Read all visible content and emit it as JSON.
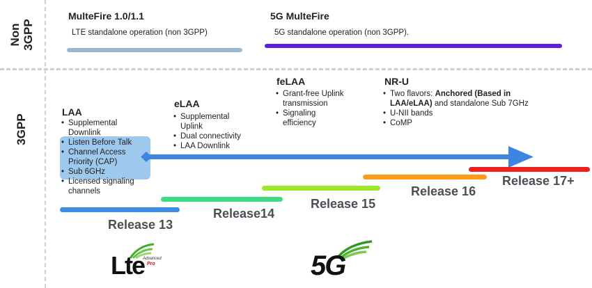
{
  "rows": {
    "non3gpp": "Non 3GPP",
    "gpp3": "3GPP"
  },
  "multefire": {
    "v1": {
      "title": "MulteFire 1.0/1.1",
      "sub": "LTE standalone operation (non 3GPP)"
    },
    "v5g": {
      "title": "5G MulteFire",
      "sub": "5G standalone operation (non 3GPP)."
    }
  },
  "laa": {
    "title": "LAA",
    "items": [
      "Supplemental Downlink",
      "Listen Before Talk",
      "Channel Access Priority (CAP)",
      "Sub 6GHz",
      "Licensed signaling channels"
    ]
  },
  "elaa": {
    "title": "eLAA",
    "items": [
      "Supplemental Uplink",
      "Dual connectivity",
      "LAA Downlink"
    ]
  },
  "felaa": {
    "title": "feLAA",
    "items": [
      "Grant-free Uplink transmission",
      "Signaling efficiency"
    ]
  },
  "nru": {
    "title": "NR-U",
    "item1_prefix": "Two flavors: ",
    "item1_bold": "Anchored (Based in LAA/eLAA)",
    "item1_suffix": " and standalone Sub 7GHz",
    "items": [
      "U-NII bands",
      "CoMP"
    ]
  },
  "releases": {
    "r13": "Release 13",
    "r14": "Release14",
    "r15": "Release 15",
    "r16": "Release 16",
    "r17": "Release 17+"
  },
  "logos": {
    "lte": "Lte",
    "lte_small1": "Advanced",
    "lte_small2": "Pro",
    "g5": "5G"
  },
  "colors": {
    "mf1": "#9db8cc",
    "mf5g": "#5a1fe0",
    "r13": "#3a8ee6",
    "r14": "#3ddc84",
    "r15": "#9be82a",
    "r16": "#ff9a1a",
    "r17": "#ef1f1f",
    "arrow": "#3d86e0"
  }
}
